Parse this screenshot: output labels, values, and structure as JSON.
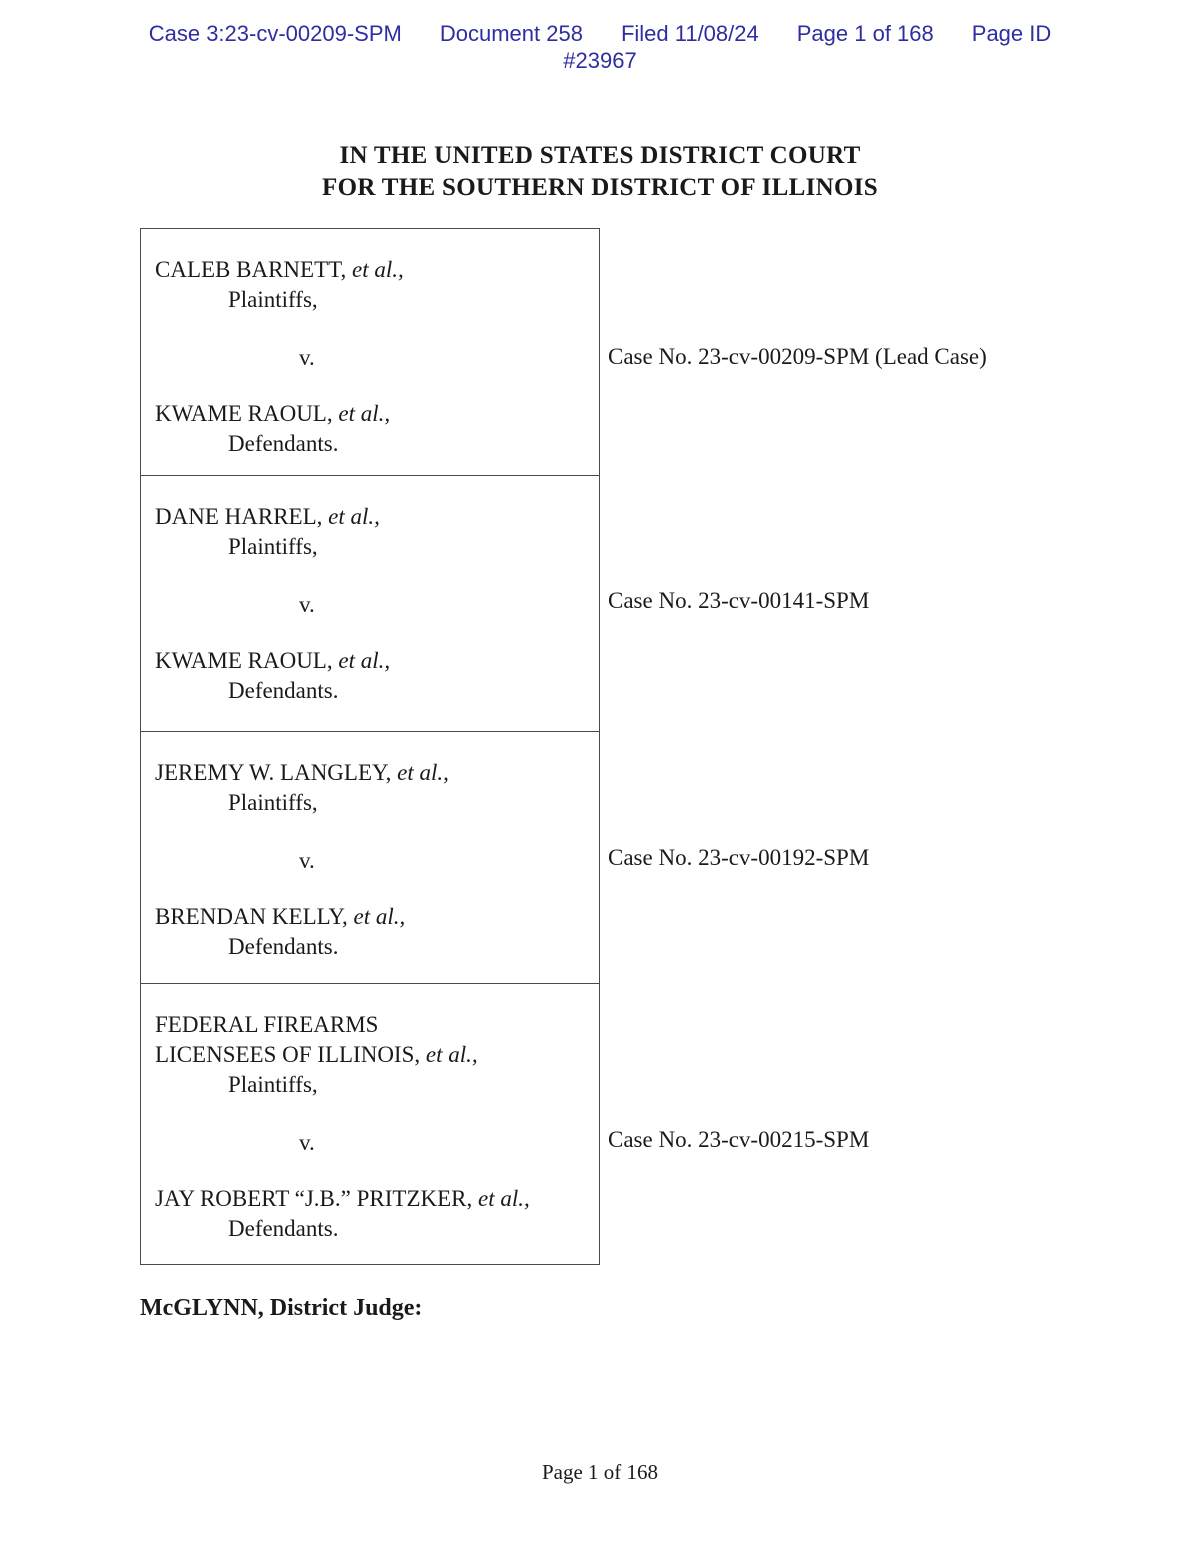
{
  "colors": {
    "header_blue": "#2e2ea2",
    "text": "#1a1a1a",
    "border": "#4a4a4a"
  },
  "header": {
    "case": "Case 3:23-cv-00209-SPM",
    "document": "Document 258",
    "filed": "Filed 11/08/24",
    "page": "Page 1 of 168",
    "page_id_label": "Page ID",
    "page_id_value": "#23967"
  },
  "title": {
    "line1": "IN THE UNITED STATES DISTRICT COURT",
    "line2": "FOR THE SOUTHERN DISTRICT OF ILLINOIS"
  },
  "cases": [
    {
      "plaintiff": "CALEB BARNETT,",
      "plaintiff_etal": " et al.,",
      "plaintiff_role": "Plaintiffs,",
      "versus": "v.",
      "defendant": "KWAME RAOUL,",
      "defendant_etal": " et al.,",
      "defendant_role": "Defendants.",
      "case_no": "Case No. 23-cv-00209-SPM (Lead Case)"
    },
    {
      "plaintiff": "DANE HARREL,",
      "plaintiff_etal": " et al.,",
      "plaintiff_role": "Plaintiffs,",
      "versus": "v.",
      "defendant": "KWAME RAOUL,",
      "defendant_etal": " et al.,",
      "defendant_role": "Defendants.",
      "case_no": "Case No. 23-cv-00141-SPM"
    },
    {
      "plaintiff": "JEREMY W. LANGLEY,",
      "plaintiff_etal": " et al.,",
      "plaintiff_role": "Plaintiffs,",
      "versus": "v.",
      "defendant": "BRENDAN KELLY,",
      "defendant_etal": " et al.,",
      "defendant_role": "Defendants.",
      "case_no": "Case No. 23-cv-00192-SPM"
    },
    {
      "plaintiff_line1": "FEDERAL FIREARMS",
      "plaintiff": "LICENSEES OF ILLINOIS,",
      "plaintiff_etal": " et al.,",
      "plaintiff_role": "Plaintiffs,",
      "versus": "v.",
      "defendant": "JAY ROBERT “J.B.” PRITZKER,",
      "defendant_etal": " et al.,",
      "defendant_role": "Defendants.",
      "case_no": "Case No. 23-cv-00215-SPM"
    }
  ],
  "judge_line": "McGLYNN, District Judge:",
  "footer": "Page 1 of 168"
}
